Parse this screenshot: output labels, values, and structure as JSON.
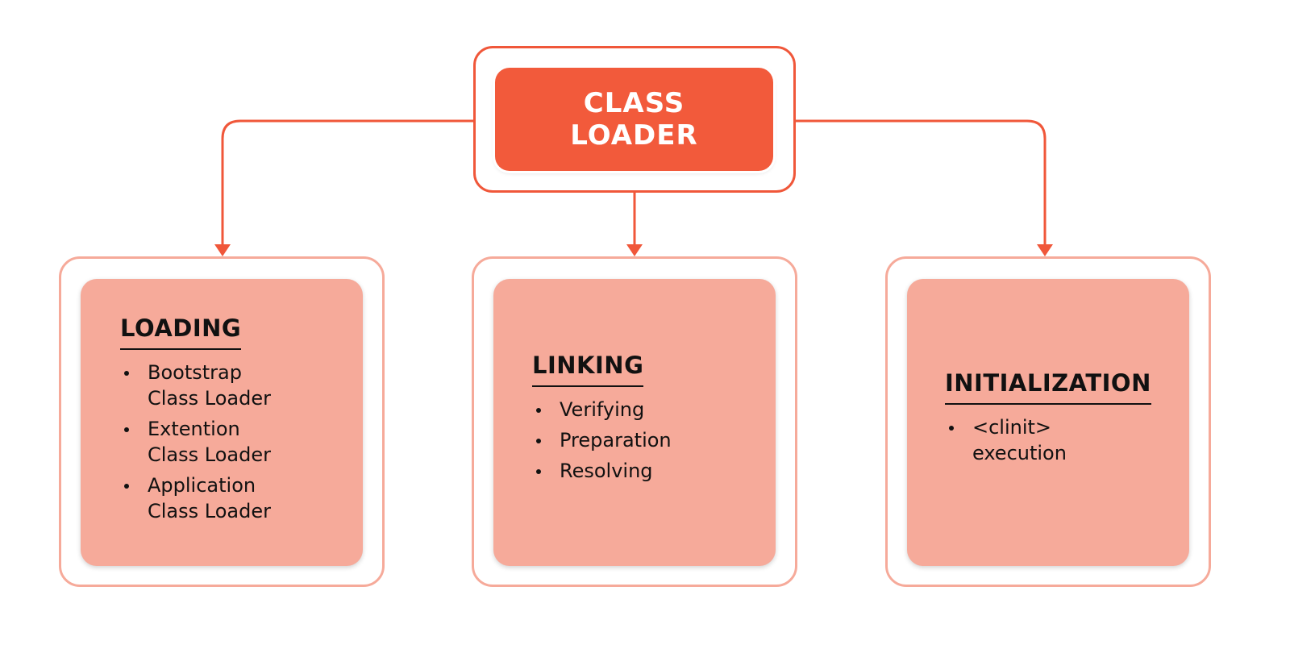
{
  "root": {
    "title_line1": "CLASS",
    "title_line2": "LOADER"
  },
  "stages": [
    {
      "title": "LOADING",
      "items": [
        {
          "line1": "Bootstrap",
          "line2": "Class Loader"
        },
        {
          "line1": "Extention",
          "line2": "Class Loader"
        },
        {
          "line1": "Application",
          "line2": "Class Loader"
        }
      ]
    },
    {
      "title": "LINKING",
      "items": [
        {
          "line1": "Verifying"
        },
        {
          "line1": "Preparation"
        },
        {
          "line1": "Resolving"
        }
      ]
    },
    {
      "title": "INITIALIZATION",
      "items": [
        {
          "line1": "<clinit>",
          "line2": "execution"
        }
      ]
    }
  ],
  "colors": {
    "accent": "#f25a3b",
    "stage_fill": "#f6aa9a",
    "text": "#111111"
  }
}
